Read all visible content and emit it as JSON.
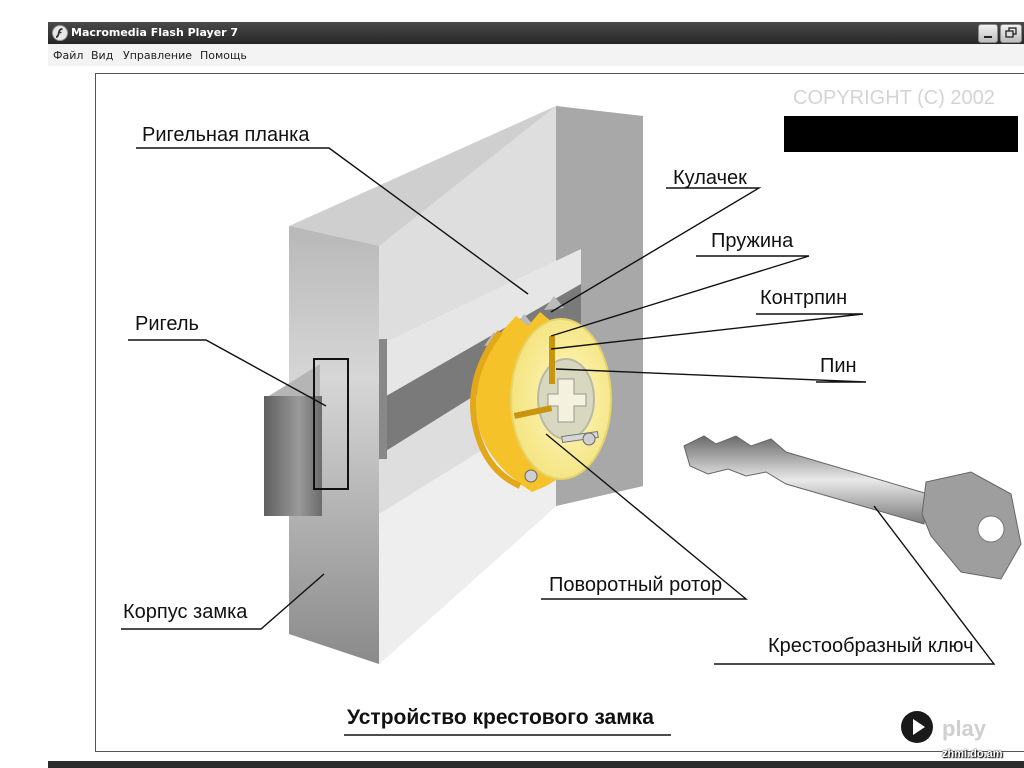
{
  "window": {
    "title": "Macromedia Flash Player 7",
    "app_icon": "flash-player-icon"
  },
  "menu": {
    "items": [
      "Файл",
      "Вид",
      "Управление",
      "Помощь"
    ]
  },
  "stage": {
    "copyright": "COPYRIGHT (C) 2002",
    "labels": {
      "rigelnaya_planka": "Ригельная планка",
      "kulachek": "Кулачек",
      "pruzhina": "Пружина",
      "kontrpin": "Контрпин",
      "pin": "Пин",
      "rigel": "Ригель",
      "povorotny_rotor": "Поворотный ротор",
      "korpus_zamka": "Корпус замка",
      "klyuch": "Крестообразный ключ"
    },
    "caption": "Устройство крестового замка",
    "play_label": "play"
  },
  "watermark": "zhmi.do.am"
}
